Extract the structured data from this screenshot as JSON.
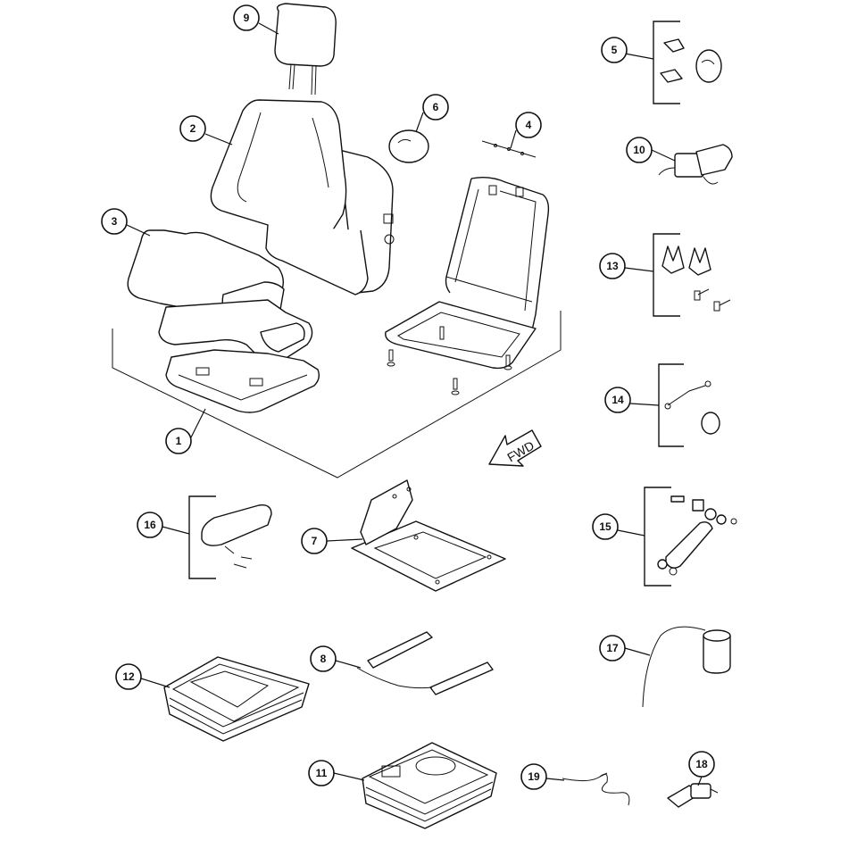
{
  "diagram": {
    "fwd_label": "FWD",
    "callouts": [
      "1",
      "2",
      "3",
      "4",
      "5",
      "6",
      "7",
      "8",
      "9",
      "10",
      "11",
      "12",
      "13",
      "14",
      "15",
      "16",
      "17",
      "18",
      "19"
    ]
  }
}
